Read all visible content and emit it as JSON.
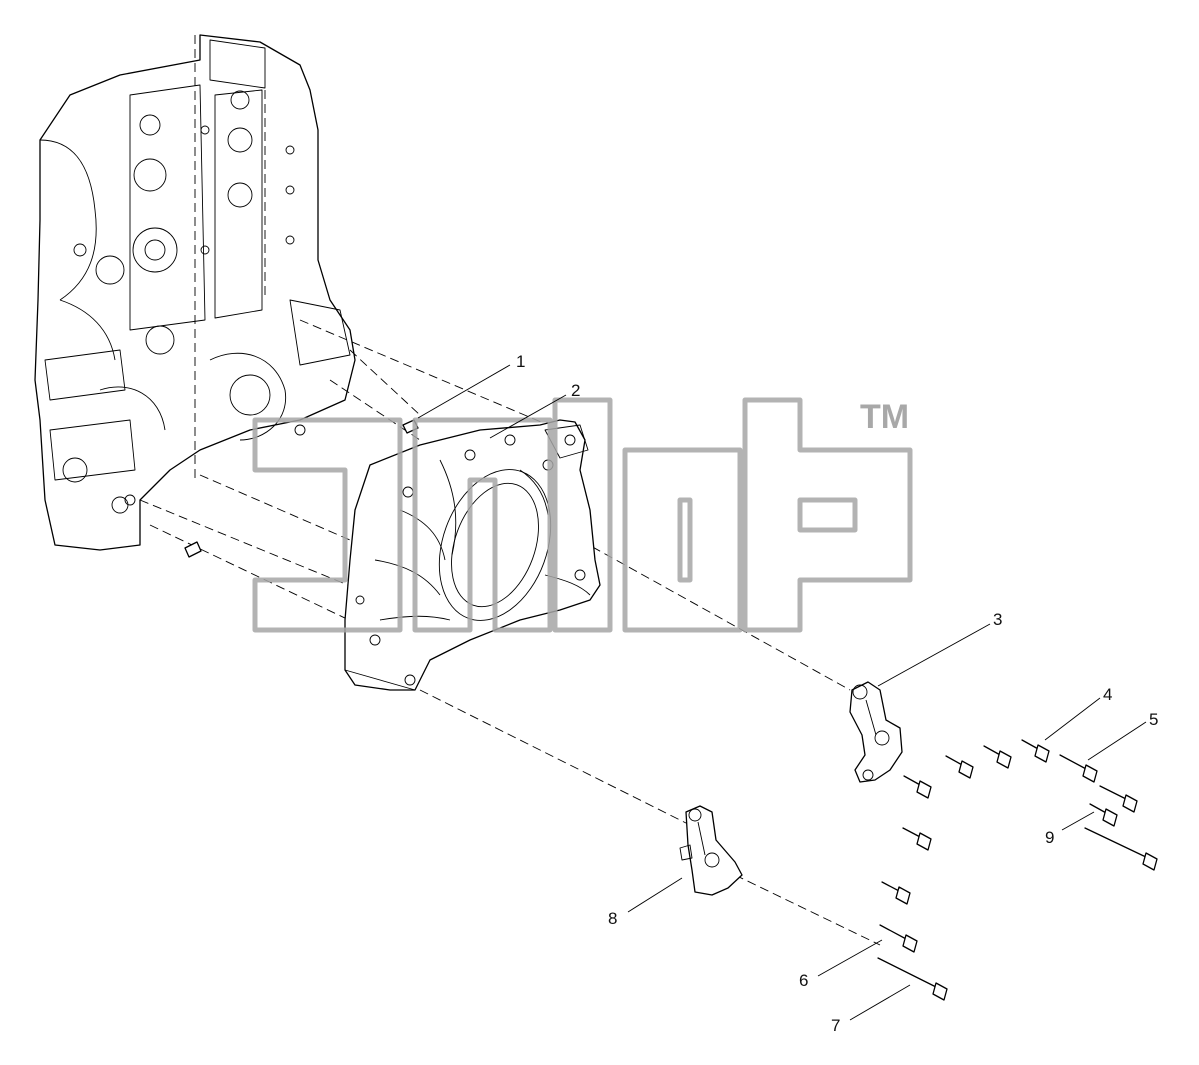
{
  "callouts": [
    {
      "label": "1"
    },
    {
      "label": "2"
    },
    {
      "label": "3"
    },
    {
      "label": "4"
    },
    {
      "label": "5"
    },
    {
      "label": "6"
    },
    {
      "label": "7"
    },
    {
      "label": "8"
    },
    {
      "label": "9"
    }
  ],
  "watermark": {
    "trademark": "TM"
  },
  "colors": {
    "line": "#000000",
    "watermark": "#a6a6a6",
    "background": "#ffffff"
  }
}
